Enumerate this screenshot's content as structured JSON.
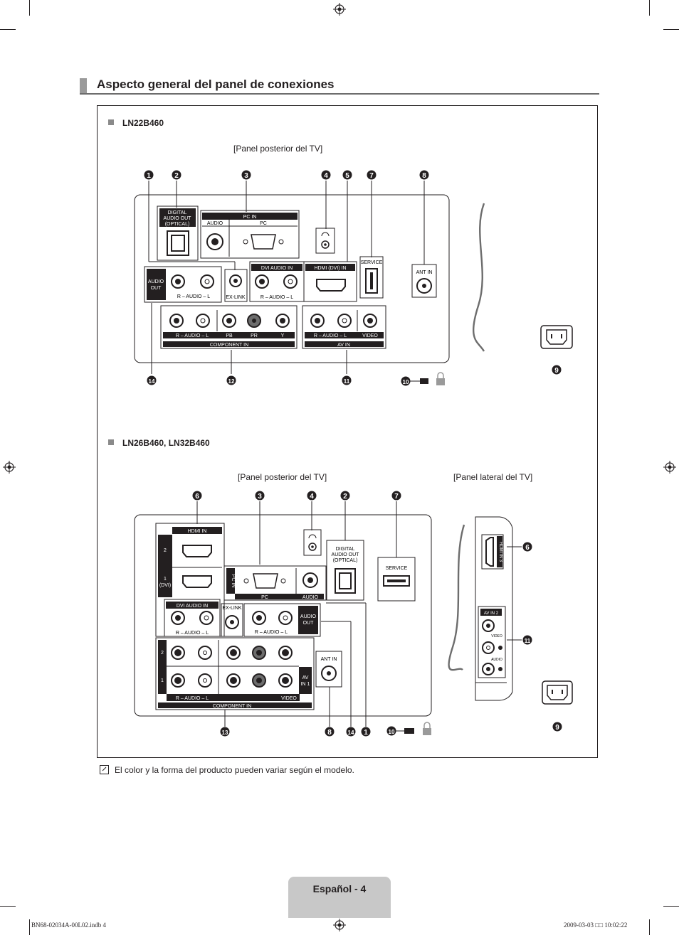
{
  "header": {
    "title": "Aspecto general del panel de conexiones"
  },
  "model_1": {
    "name": "LN22B460",
    "caption": "[Panel posterior del TV]",
    "callouts": [
      "1",
      "2",
      "3",
      "4",
      "5",
      "7",
      "8",
      "14",
      "12",
      "11",
      "10",
      "9"
    ],
    "labels": {
      "digital_audio": [
        "DIGITAL",
        "AUDIO OUT",
        "(OPTICAL)"
      ],
      "pc_in": "PC IN",
      "audio": "AUDIO",
      "pc": "PC",
      "audio_out": [
        "AUDIO",
        "OUT"
      ],
      "ex_link": "EX-LINK",
      "dvi_audio_in": "DVI AUDIO IN",
      "hdmi_dvi_in": "HDMI (DVI) IN",
      "service": "SERVICE",
      "ant_in": "ANT IN",
      "audio_rl": "R – AUDIO – L",
      "component_in": "COMPONENT IN",
      "av_in": "AV IN",
      "video": "VIDEO",
      "pr": "PR",
      "pb": "PB",
      "y": "Y"
    }
  },
  "model_2": {
    "name": "LN26B460, LN32B460",
    "caption_rear": "[Panel posterior del TV]",
    "caption_side": "[Panel lateral del TV]",
    "callouts": [
      "6",
      "3",
      "4",
      "2",
      "7",
      "6",
      "11",
      "9",
      "13",
      "8",
      "14",
      "1",
      "10"
    ],
    "labels": {
      "hdmi_in": "HDMI IN",
      "hdmi_2": "2",
      "hdmi_1": [
        "1",
        "(DVI)"
      ],
      "pc_in": "PC IN",
      "pc": "PC",
      "audio": "AUDIO",
      "digital_audio": [
        "DIGITAL",
        "AUDIO OUT",
        "(OPTICAL)"
      ],
      "service": "SERVICE",
      "dvi_audio_in": "DVI AUDIO IN",
      "ex_link": "EX-LINK",
      "audio_out": [
        "AUDIO",
        "OUT"
      ],
      "ant_in": "ANT IN",
      "comp_row_2": "2",
      "comp_row_1": "1",
      "av_in_1": [
        "AV",
        "IN 1"
      ],
      "audio_rl": "R – AUDIO – L",
      "component_in": "COMPONENT IN",
      "video": "VIDEO",
      "side_hdmi": "HDMI IN 3",
      "side_av_in_2": "AV IN 2",
      "side_video": "VIDEO",
      "side_audio": "AUDIO"
    }
  },
  "note": "El color y la forma del producto pueden variar según el modelo.",
  "footer": {
    "page_label": "Español - 4",
    "file": "BN68-02034A-00L02.indb   4",
    "timestamp": "2009-03-03   □□ 10:02:22"
  }
}
